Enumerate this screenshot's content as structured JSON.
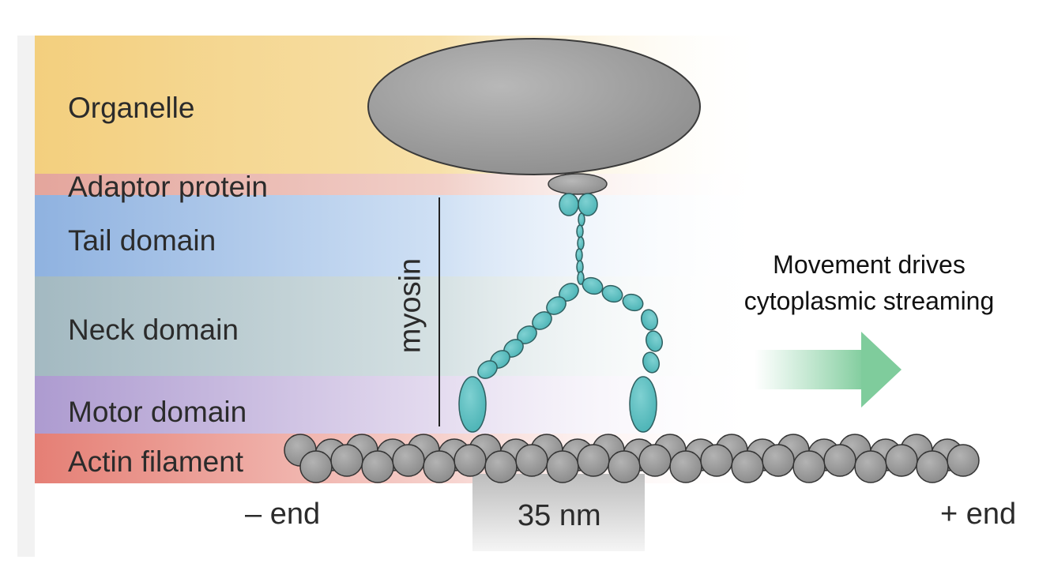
{
  "bands": {
    "organelle": "Organelle",
    "adaptor": "Adaptor protein",
    "tail": "Tail domain",
    "neck": "Neck domain",
    "motor": "Motor domain",
    "actin": "Actin filament"
  },
  "myosin_label": "myosin",
  "movement_text": {
    "line1": "Movement drives",
    "line2": "cytoplasmic streaming"
  },
  "minus_end": "– end",
  "plus_end": "+ end",
  "step_size": "35 nm",
  "colors": {
    "organelle_band": "#f6d484",
    "adaptor_band": "#e8aaa2",
    "tail_band": "#90b4e2",
    "neck_band": "#a7bcc4",
    "motor_band": "#b3a1d2",
    "actin_band": "#e7837a",
    "myosin_beads": "#5cc0c2",
    "actin_beads": "#9a9a9a",
    "arrow": "#8ed3a8"
  }
}
